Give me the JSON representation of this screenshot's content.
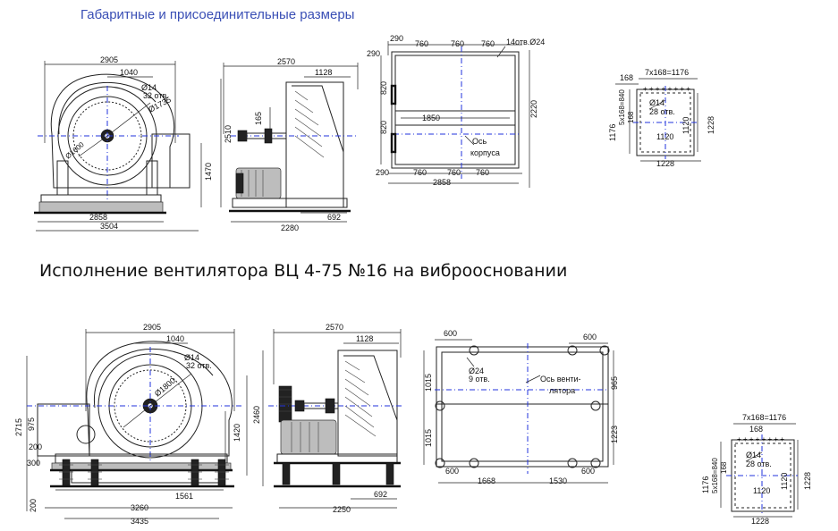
{
  "titles": {
    "top": "Габаритные и присоединительные размеры",
    "bottom": "Исполнение вентилятора ВЦ 4-75 №16 на виброосновании"
  },
  "top_side": {
    "w_overall_top": "2905",
    "w_inner": "1040",
    "hole_dia": "Ø14",
    "hole_count": "32 отв.",
    "circle_dia": "Ø1735",
    "circle_dia2": "Ø1600",
    "h_total": "2510",
    "h_axis": "1470",
    "w_frame": "2858",
    "w_base": "3504"
  },
  "top_front": {
    "w_total": "2570",
    "w_outlet": "1128",
    "h_shaft": "165",
    "w_base": "2280",
    "w_offset": "692"
  },
  "top_plan": {
    "d_290a": "290",
    "d_760a": "760",
    "d_760b": "760",
    "d_760c": "760",
    "holes": "14отв.Ø24",
    "d_290b": "290",
    "h_820a": "820",
    "h_820b": "820",
    "h_2220": "2220",
    "d_1850": "1850",
    "axis_label_1": "Ось",
    "axis_label_2": "корпуса",
    "d_290c": "290",
    "d_760d": "760",
    "d_760e": "760",
    "d_760f": "760",
    "d_2858": "2858"
  },
  "flange_top": {
    "w_168": "168",
    "w_pattern": "7x168=1176",
    "h_pattern": "5x168=840",
    "h_168": "168",
    "hole_dia": "Ø14",
    "hole_count": "28 отв.",
    "w_1120": "1120",
    "h_1120": "1120",
    "h_1176": "1176",
    "h_1228": "1228",
    "w_1228": "1228"
  },
  "bottom_side": {
    "w_overall_top": "2905",
    "w_inner": "1040",
    "hole_dia": "Ø14",
    "hole_count": "32 отв.",
    "circle_dia": "Ø1800",
    "h_total": "2715",
    "h_975": "975",
    "h_200": "200",
    "h_300": "300",
    "h_200b": "200",
    "h_1420": "1420",
    "w_1561": "1561",
    "w_3260": "3260",
    "w_3435": "3435"
  },
  "bottom_front": {
    "w_total": "2570",
    "w_outlet": "1128",
    "h_2460": "2460",
    "w_base": "2250",
    "w_offset": "692"
  },
  "bottom_plan": {
    "d_600a": "600",
    "d_600b": "600",
    "hole_dia": "Ø24",
    "hole_count": "9 отв.",
    "axis_label_1": "Ось венти-",
    "axis_label_2": "лятора",
    "h_1015a": "1015",
    "h_1015b": "1015",
    "h_965": "965",
    "h_1223": "1223",
    "d_600c": "600",
    "d_600d": "600",
    "d_1668": "1668",
    "d_1530": "1530"
  },
  "flange_bottom": {
    "w_pattern": "7x168=1176",
    "w_168": "168",
    "h_pattern": "5x168=840",
    "h_168": "168",
    "hole_dia": "Ø14",
    "hole_count": "28 отв.",
    "h_1120": "1120",
    "w_1120": "1120",
    "h_1176": "1176",
    "h_1228": "1228",
    "w_1228": "1228"
  }
}
